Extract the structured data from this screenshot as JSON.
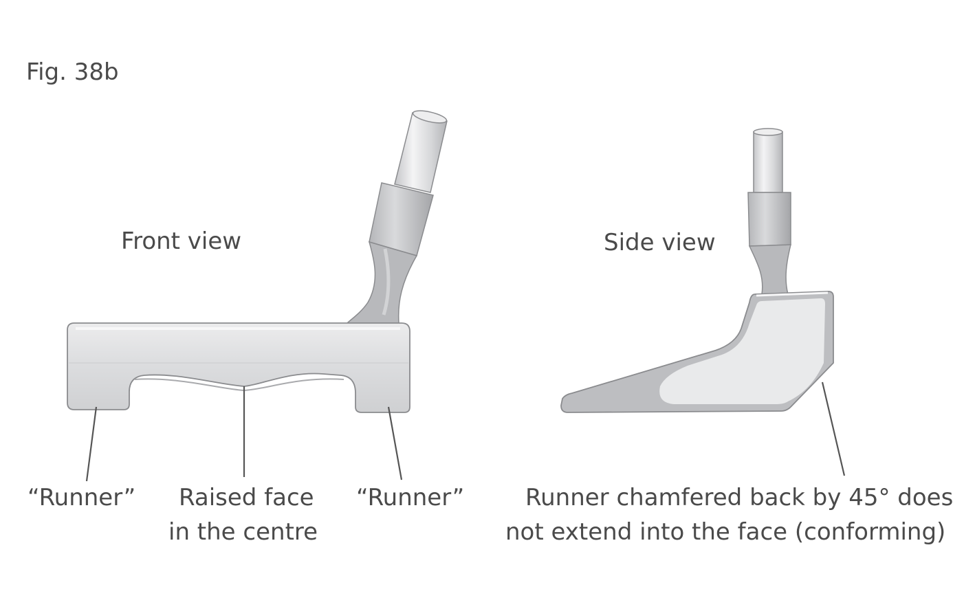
{
  "figure_label": "Fig. 38b",
  "front_view": {
    "title": "Front view",
    "labels": {
      "runner_left": "“Runner”",
      "raised_face_line1": "Raised face",
      "raised_face_line2": "in the centre",
      "runner_right": "“Runner”"
    }
  },
  "side_view": {
    "title": "Side view",
    "caption_line1": "Runner chamfered back by 45° does",
    "caption_line2": "not extend into the face (conforming)"
  },
  "colors": {
    "metal_light": "#e4e5e7",
    "metal_mid": "#c9cacc",
    "metal_dark": "#a9aaad",
    "outline": "#8a8b8e",
    "text": "#4a4a4a"
  }
}
